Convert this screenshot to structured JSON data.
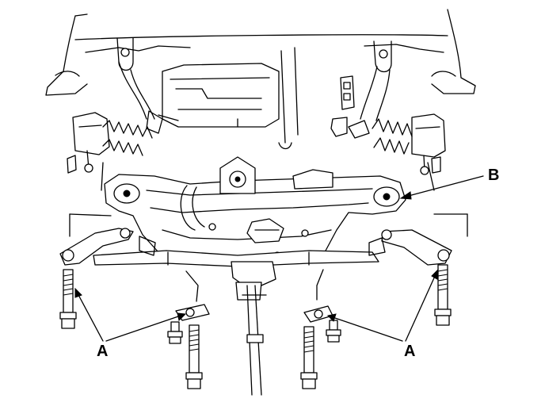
{
  "figure": {
    "callouts": {
      "b": "B",
      "a_left": "A",
      "a_right": "A"
    }
  }
}
